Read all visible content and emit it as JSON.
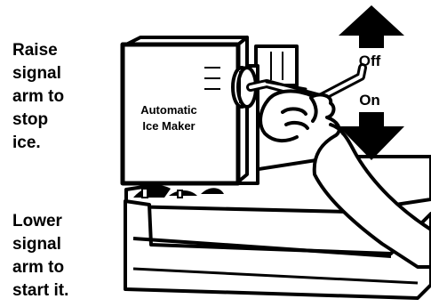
{
  "instructions": {
    "raise": [
      "Raise",
      "signal",
      "arm to",
      "stop",
      "ice."
    ],
    "lower": [
      "Lower",
      "signal",
      "arm to",
      "start it."
    ]
  },
  "device": {
    "label_line1": "Automatic",
    "label_line2": "Ice Maker"
  },
  "arm_positions": {
    "off_label": "Off",
    "on_label": "On"
  },
  "colors": {
    "ink": "#000000",
    "paper": "#ffffff"
  },
  "icons": [
    "arrow-up-icon",
    "arrow-down-icon",
    "hand-icon"
  ]
}
